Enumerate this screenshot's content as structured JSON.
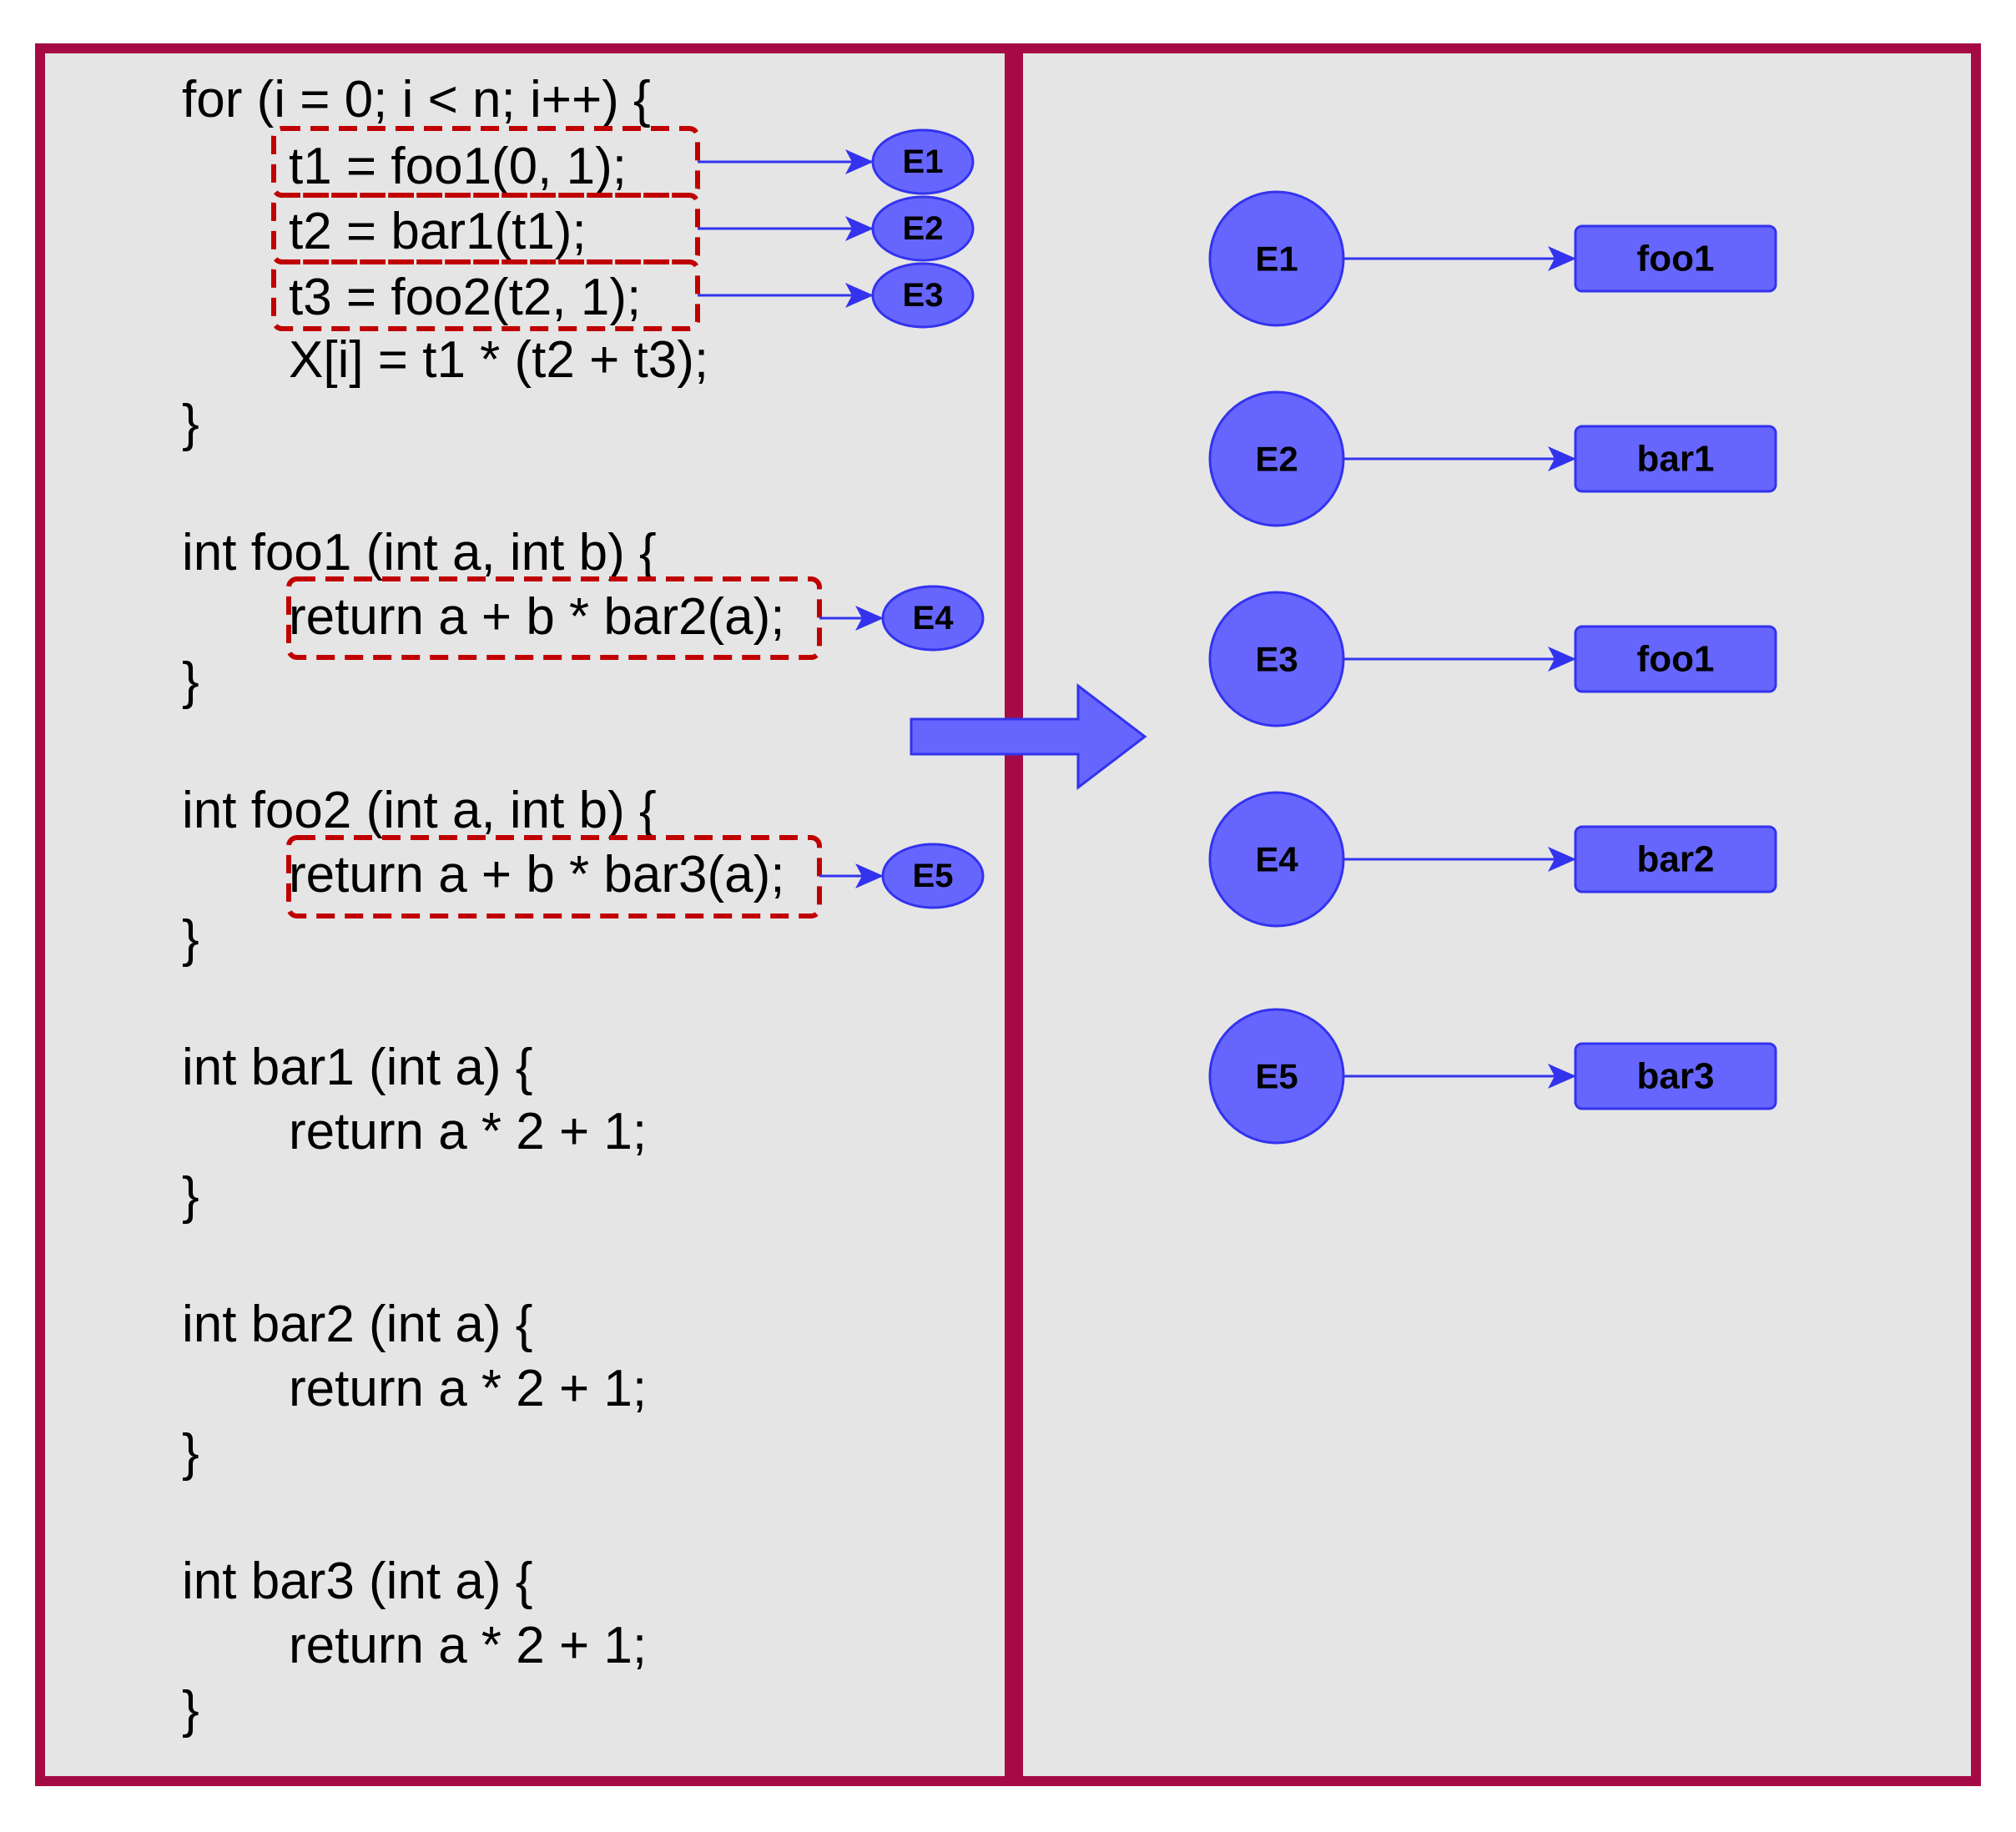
{
  "colors": {
    "frame": "#A50A44",
    "panel_bg": "#E5E5E5",
    "node_fill": "#6666FF",
    "node_stroke": "#3333EE",
    "arrow": "#3333EE",
    "dashed_box": "#C00000",
    "big_arrow_fill": "#6666FF"
  },
  "code_lines": [
    "for (i = 0; i < n; i++) {",
    "t1 = foo1(0, 1);",
    "t2 = bar1(t1);",
    "t3 = foo2(t2, 1);",
    "X[i] = t1 * (t2 + t3);",
    "}",
    "int foo1 (int a, int b) {",
    "return a + b * bar2(a);",
    "}",
    "int foo2 (int a, int b) {",
    "return a + b * bar3(a);",
    "}",
    "int bar1 (int a) {",
    "return a * 2 + 1;",
    "}",
    "int bar2 (int a) {",
    "return a * 2 + 1;",
    "}",
    "int bar3 (int a) {",
    "return a * 2 + 1;",
    "}"
  ],
  "code_labels": [
    "E1",
    "E2",
    "E3",
    "E4",
    "E5"
  ],
  "mapping": [
    {
      "event": "E1",
      "function": "foo1"
    },
    {
      "event": "E2",
      "function": "bar1"
    },
    {
      "event": "E3",
      "function": "foo1"
    },
    {
      "event": "E4",
      "function": "bar2"
    },
    {
      "event": "E5",
      "function": "bar3"
    }
  ]
}
